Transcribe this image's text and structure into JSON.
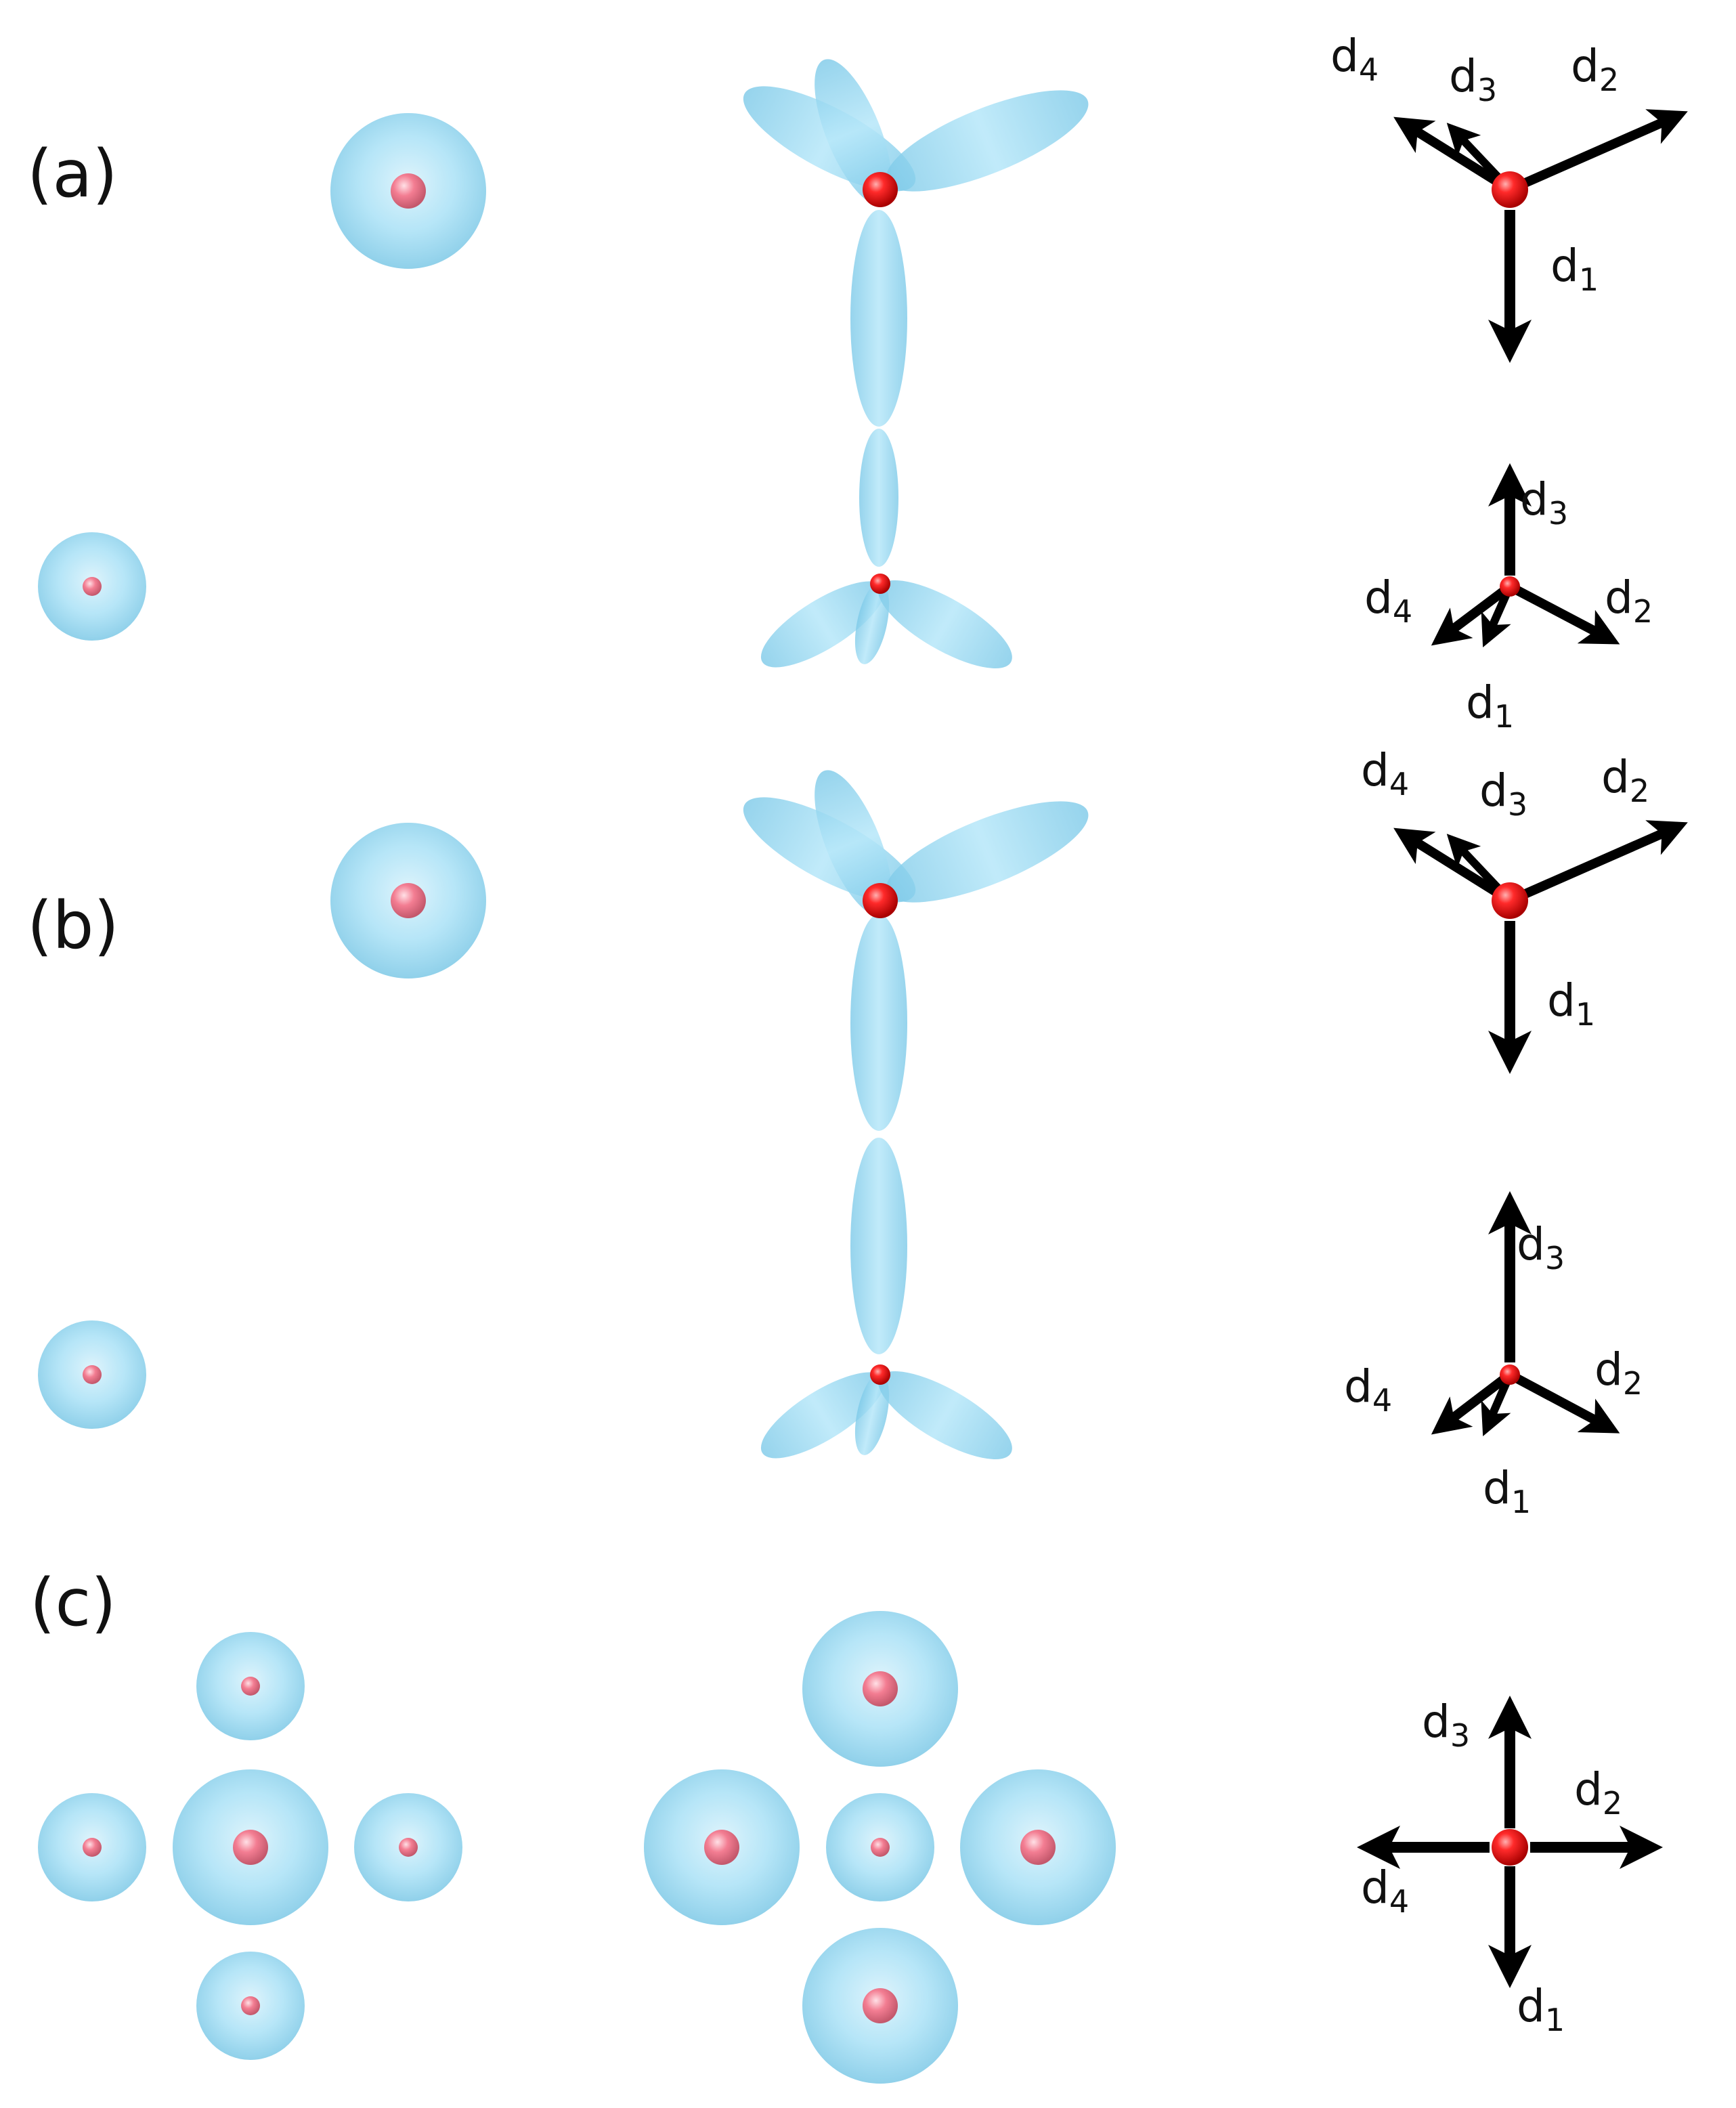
{
  "panels": [
    {
      "label": "(a)",
      "vectors": [
        {
          "name": "d",
          "sub": "4"
        },
        {
          "name": "d",
          "sub": "3"
        },
        {
          "name": "d",
          "sub": "2"
        },
        {
          "name": "d",
          "sub": "1"
        },
        {
          "name": "d",
          "sub": "3"
        },
        {
          "name": "d",
          "sub": "4"
        },
        {
          "name": "d",
          "sub": "2"
        },
        {
          "name": "d",
          "sub": "1"
        }
      ]
    },
    {
      "label": "(b)",
      "vectors": [
        {
          "name": "d",
          "sub": "4"
        },
        {
          "name": "d",
          "sub": "3"
        },
        {
          "name": "d",
          "sub": "2"
        },
        {
          "name": "d",
          "sub": "1"
        },
        {
          "name": "d",
          "sub": "3"
        },
        {
          "name": "d",
          "sub": "4"
        },
        {
          "name": "d",
          "sub": "2"
        },
        {
          "name": "d",
          "sub": "1"
        }
      ]
    },
    {
      "label": "(c)",
      "vectors": [
        {
          "name": "d",
          "sub": "3"
        },
        {
          "name": "d",
          "sub": "2"
        },
        {
          "name": "d",
          "sub": "4"
        },
        {
          "name": "d",
          "sub": "1"
        }
      ]
    }
  ],
  "colors": {
    "lobe": "#8fd6f2",
    "atom_red": "#e8141a",
    "atom_pink": "#f0788c",
    "arrow": "#000000"
  }
}
